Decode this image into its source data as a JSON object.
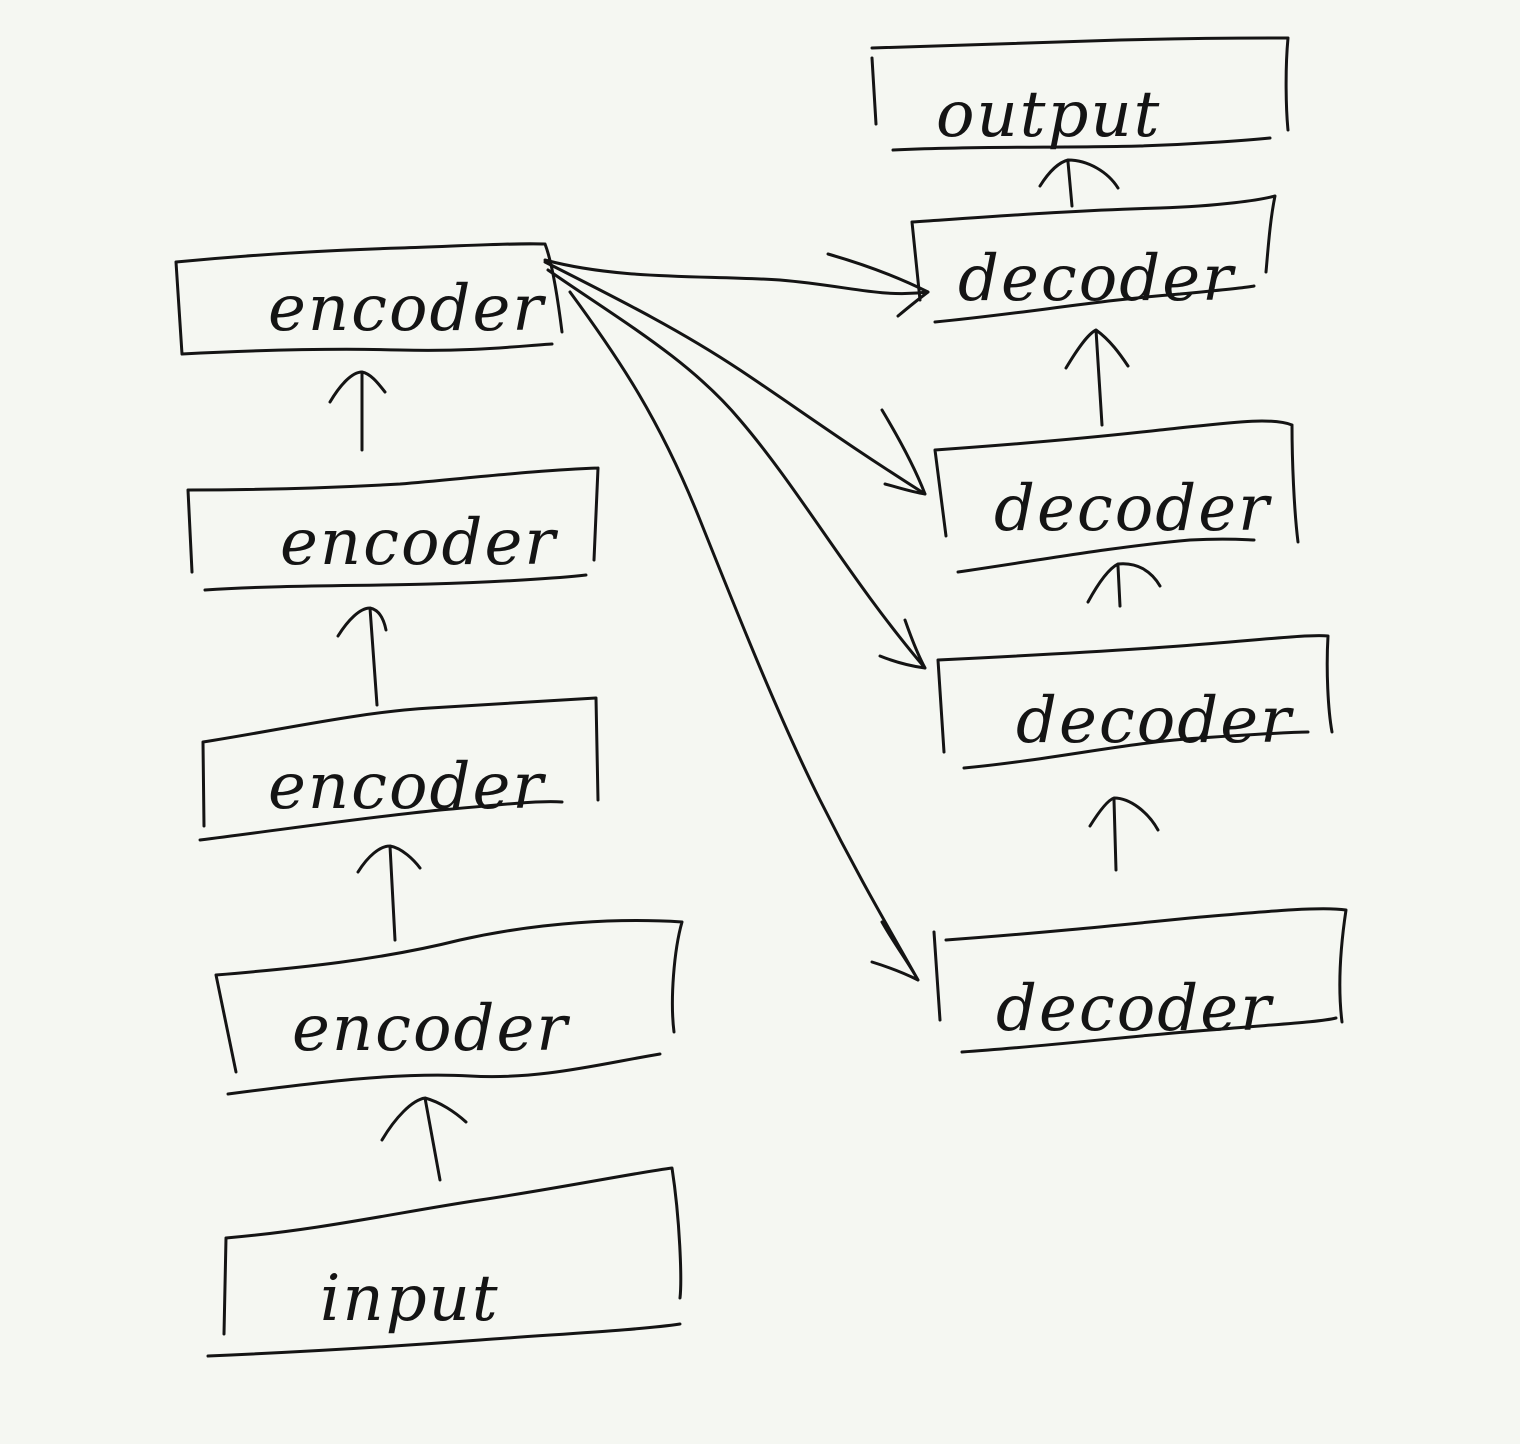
{
  "diagram": {
    "encoders": [
      {
        "label": "encoder"
      },
      {
        "label": "encoder"
      },
      {
        "label": "encoder"
      },
      {
        "label": "encoder"
      }
    ],
    "decoders": [
      {
        "label": "decoder"
      },
      {
        "label": "decoder"
      },
      {
        "label": "decoder"
      },
      {
        "label": "decoder"
      }
    ],
    "input": {
      "label": "input"
    },
    "output": {
      "label": "output"
    },
    "colors": {
      "background": "#f5f7f2",
      "ink": "#141414"
    }
  }
}
